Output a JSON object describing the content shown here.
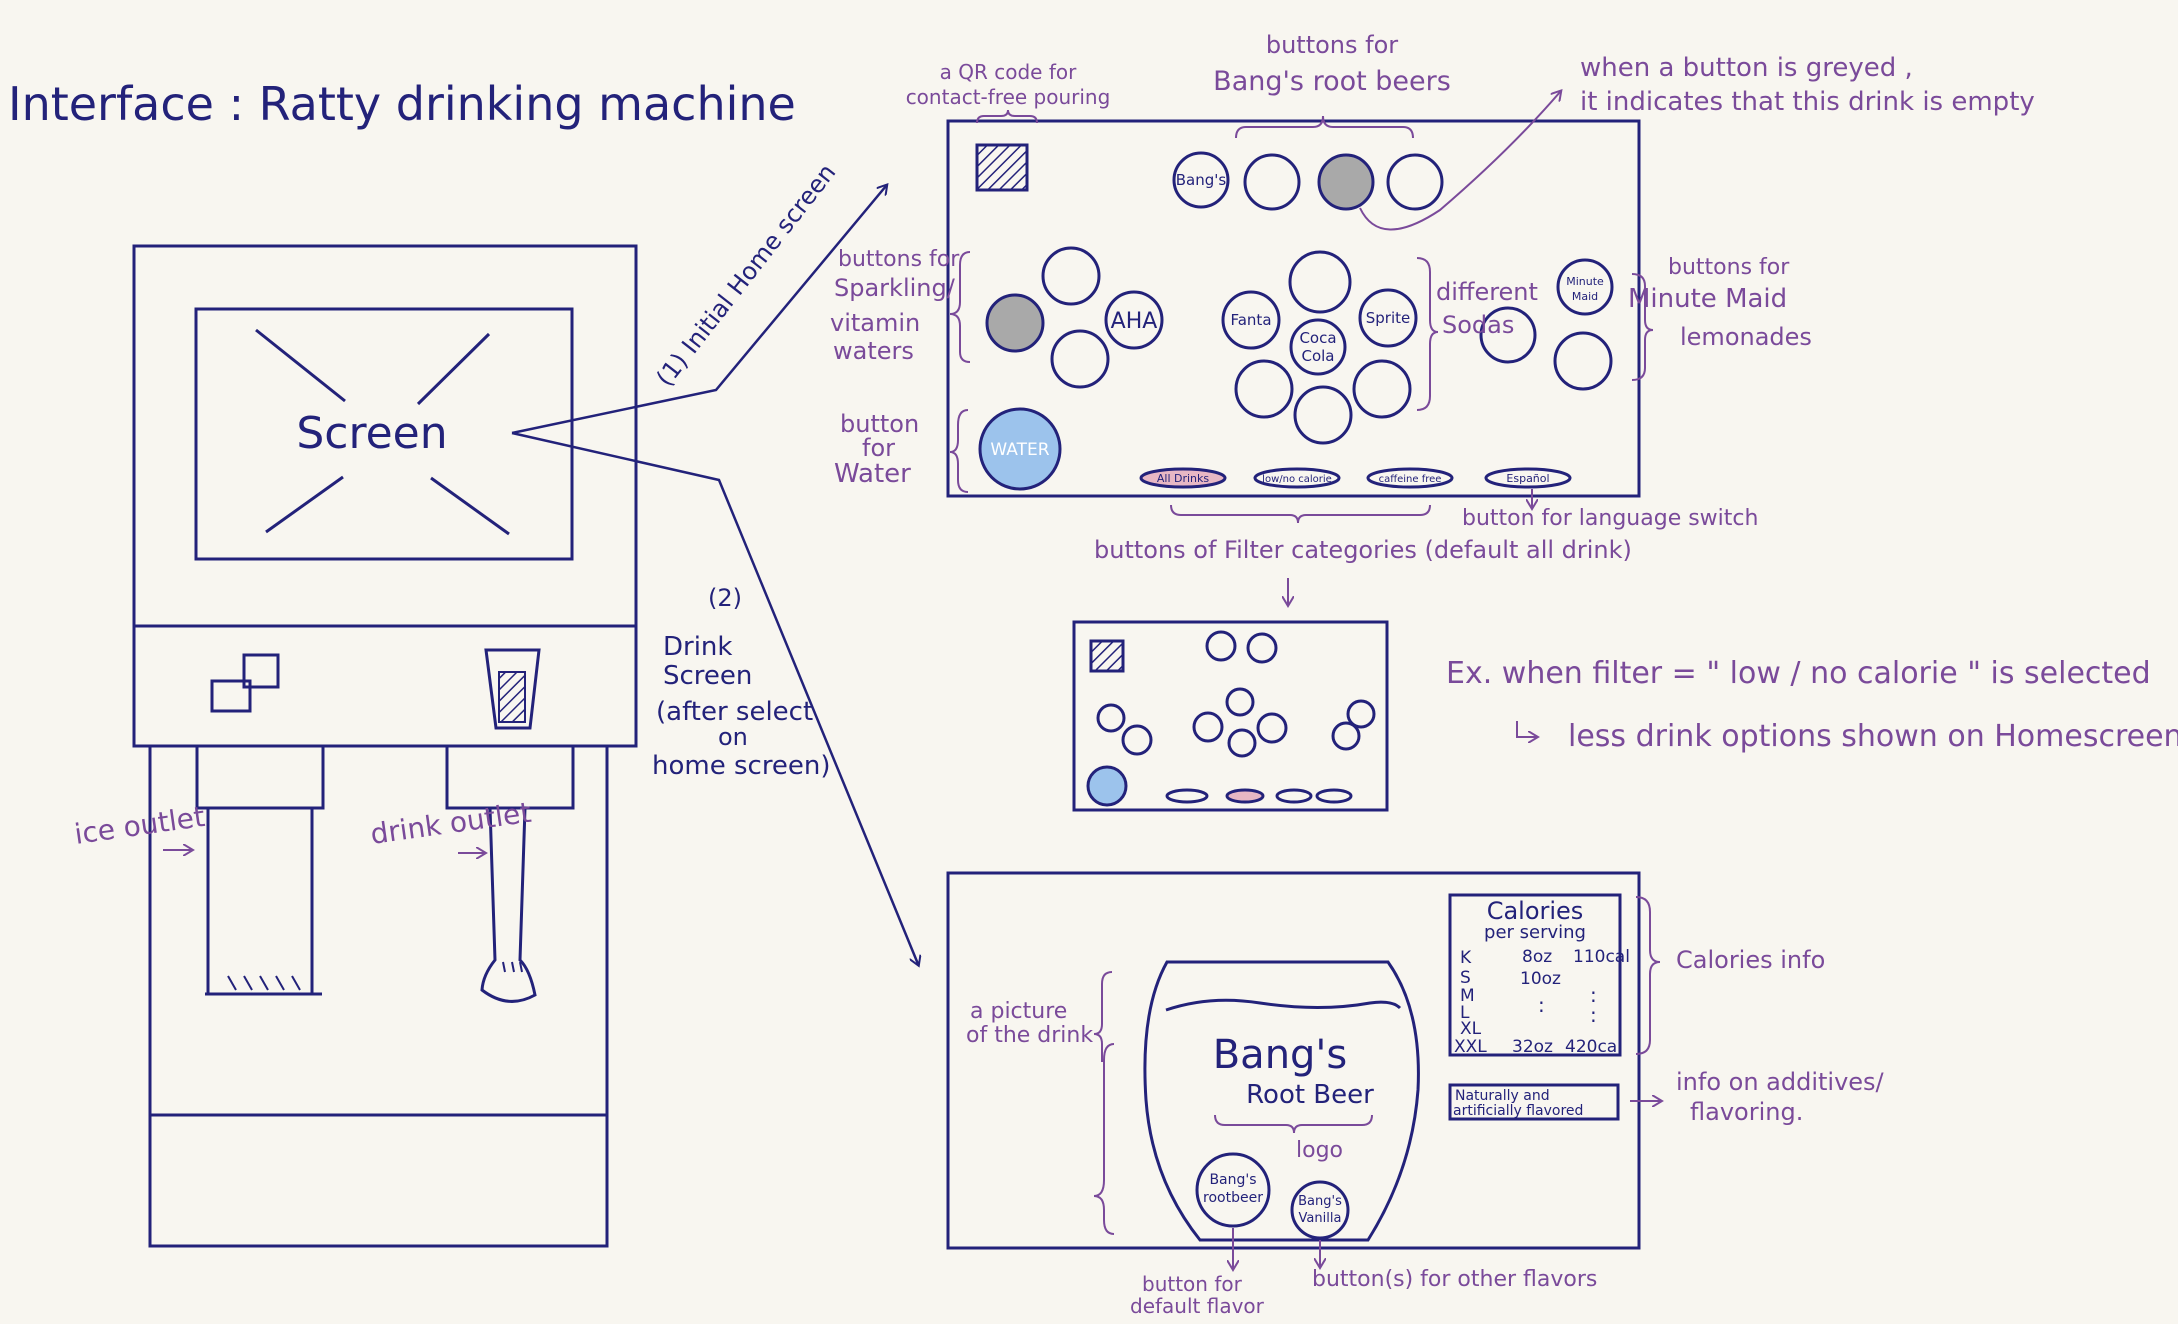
{
  "title": "Interface : Ratty drinking machine",
  "machine": {
    "screen_label": "Screen",
    "ice_outlet_label": "ice outlet",
    "drink_outlet_label": "drink outlet"
  },
  "flows": {
    "home_label": "(1) Initial Home screen",
    "drink_num": "(2)",
    "drink_label_1": "Drink",
    "drink_label_2": "Screen",
    "drink_label_3": "(after select",
    "drink_label_4": "on",
    "drink_label_5": "home screen)"
  },
  "home_screen": {
    "buttons": {
      "bangs": "Bang's",
      "aha": "AHA",
      "fanta": "Fanta",
      "sprite": "Sprite",
      "coca_1": "Coca",
      "coca_2": "Cola",
      "minute_1": "Minute",
      "minute_2": "Maid",
      "water": "WATER"
    },
    "filters": [
      "All Drinks",
      "low/no calorie",
      "caffeine free",
      "Español"
    ]
  },
  "annotations": {
    "qr_1": "a QR code for",
    "qr_2": "contact-free pouring",
    "bangs_1": "buttons for",
    "bangs_2": "Bang's root beers",
    "grey_1": "when a button is greyed ,",
    "grey_2": "it indicates that this drink is empty",
    "sparkling_1": "buttons for",
    "sparkling_2": "Sparkling/",
    "sparkling_3": "vitamin",
    "sparkling_4": "waters",
    "water_1": "button",
    "water_2": "for",
    "water_3": "Water",
    "sodas_1": "different",
    "sodas_2": "Sodas",
    "minute_1": "buttons for",
    "minute_2": "Minute Maid",
    "minute_3": "lemonades",
    "lang": "button for language switch",
    "filters": "buttons of Filter categories (default all drink)",
    "example_1": "Ex.  when filter = \" low / no calorie \" is selected",
    "example_2": "less drink options shown on Homescreen",
    "picture_1": "a picture",
    "picture_2": "of the drink",
    "logo": "logo",
    "calories": "Calories info",
    "additives_1": "info on additives/",
    "additives_2": "flavoring.",
    "default_1": "button for",
    "default_2": "default flavor",
    "other": "button(s) for other flavors"
  },
  "drink_screen": {
    "brand": "Bang's",
    "product": "Root Beer",
    "calories_title_1": "Calories",
    "calories_title_2": "per serving",
    "sizes": [
      "K",
      "S",
      "M",
      "L",
      "XL",
      "XXL"
    ],
    "row_k": [
      "8oz",
      "110cal"
    ],
    "row_s": [
      "10oz"
    ],
    "row_xxl": [
      "32oz",
      "420cal"
    ],
    "ellipsis": ":",
    "additives_box_1": "Naturally and",
    "additives_box_2": "artificially flavored",
    "default_button_1": "Bang's",
    "default_button_2": "rootbeer",
    "vanilla_button_1": "Bang's",
    "vanilla_button_2": "Vanilla"
  },
  "colors": {
    "ink": "#23227a",
    "annotation": "#7a4a9a",
    "grey_button": "#a9a9a9",
    "water_button": "#9cc3ec",
    "selected_filter": "#e7b7c4"
  }
}
